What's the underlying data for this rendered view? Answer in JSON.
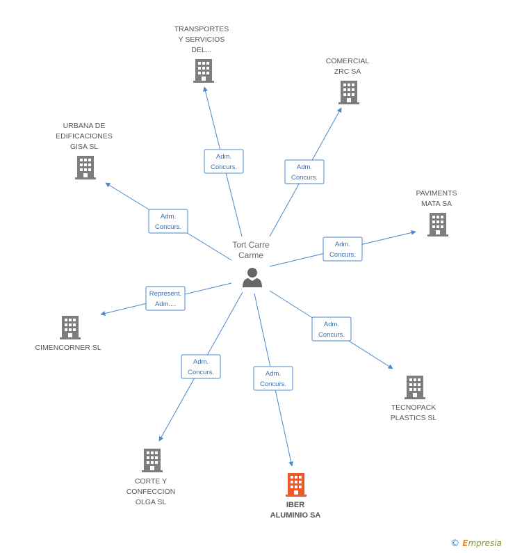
{
  "center": {
    "label_lines": [
      "Tort Carre",
      "Carme"
    ]
  },
  "colors": {
    "edge": "#4a86c8",
    "node": "#7d7d7d",
    "highlight": "#f05a28",
    "person": "#666666"
  },
  "nodes": [
    {
      "id": "transportes",
      "label_lines": [
        "TRANSPORTES",
        "Y SERVICIOS",
        "DEL..."
      ],
      "highlight": false
    },
    {
      "id": "comercial-zrc",
      "label_lines": [
        "COMERCIAL",
        "ZRC SA"
      ],
      "highlight": false
    },
    {
      "id": "urbana",
      "label_lines": [
        "URBANA DE",
        "EDIFICACIONES",
        "GISA SL"
      ],
      "highlight": false
    },
    {
      "id": "paviments",
      "label_lines": [
        "PAVIMENTS",
        "MATA SA"
      ],
      "highlight": false
    },
    {
      "id": "cimencorner",
      "label_lines": [
        "CIMENCORNER SL"
      ],
      "highlight": false
    },
    {
      "id": "tecnopack",
      "label_lines": [
        "TECNOPACK",
        "PLASTICS SL"
      ],
      "highlight": false
    },
    {
      "id": "corte",
      "label_lines": [
        "CORTE Y",
        "CONFECCION",
        "OLGA SL"
      ],
      "highlight": false
    },
    {
      "id": "iber",
      "label_lines": [
        "IBER",
        "ALUMINIO SA"
      ],
      "highlight": true
    }
  ],
  "edges": [
    {
      "to": "transportes",
      "label_lines": [
        "Adm.",
        "Concurs."
      ]
    },
    {
      "to": "comercial-zrc",
      "label_lines": [
        "Adm.",
        "Concurs."
      ]
    },
    {
      "to": "urbana",
      "label_lines": [
        "Adm.",
        "Concurs."
      ]
    },
    {
      "to": "paviments",
      "label_lines": [
        "Adm.",
        "Concurs."
      ]
    },
    {
      "to": "cimencorner",
      "label_lines": [
        "Represent.",
        "Adm...."
      ]
    },
    {
      "to": "tecnopack",
      "label_lines": [
        "Adm.",
        "Concurs."
      ]
    },
    {
      "to": "corte",
      "label_lines": [
        "Adm.",
        "Concurs."
      ]
    },
    {
      "to": "iber",
      "label_lines": [
        "Adm.",
        "Concurs."
      ]
    }
  ],
  "watermark": {
    "copyright": "©",
    "brand_first": "E",
    "brand_rest": "mpresia"
  }
}
